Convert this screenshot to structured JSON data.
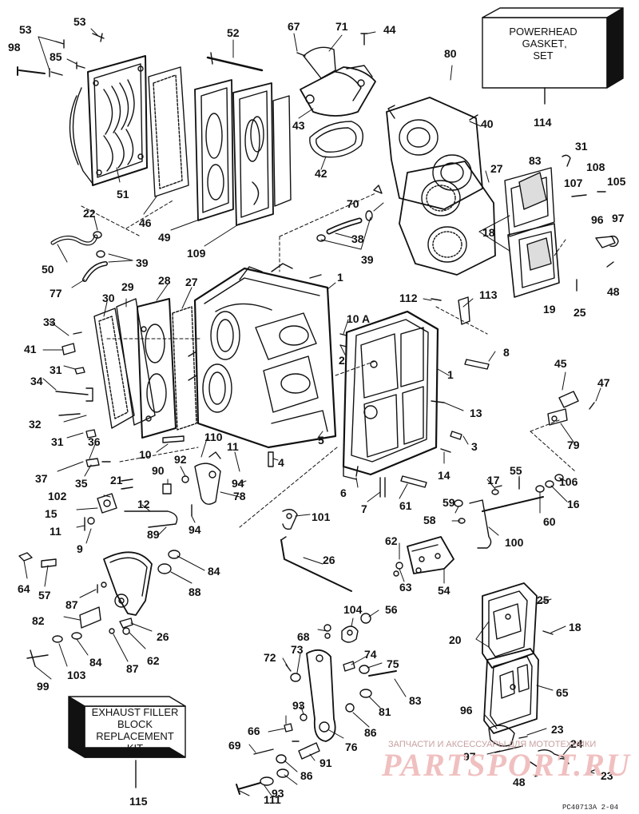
{
  "diagram": {
    "kit_boxes": {
      "powerhead": {
        "lines": [
          "POWERHEAD",
          "GASKET",
          "SET"
        ],
        "ref": "114"
      },
      "exhaust": {
        "lines": [
          "EXHAUST FILLER",
          "BLOCK",
          "REPLACEMENT",
          "KIT"
        ],
        "ref": "115"
      }
    },
    "callouts": [
      "53",
      "53",
      "98",
      "85",
      "52",
      "67",
      "71",
      "44",
      "80",
      "51",
      "46",
      "49",
      "109",
      "43",
      "42",
      "40",
      "27",
      "114",
      "31",
      "83",
      "108",
      "105",
      "107",
      "22",
      "50",
      "39",
      "77",
      "70",
      "38",
      "39",
      "18",
      "96",
      "97",
      "48",
      "25",
      "19",
      "1",
      "33",
      "30",
      "29",
      "28",
      "27",
      "112",
      "113",
      "41",
      "31",
      "34",
      "32",
      "31",
      "36",
      "37",
      "35",
      "10 A",
      "2",
      "8",
      "1",
      "13",
      "3",
      "14",
      "5",
      "4",
      "11",
      "10",
      "110",
      "92",
      "90",
      "94",
      "78",
      "45",
      "47",
      "79",
      "102",
      "21",
      "12",
      "15",
      "11",
      "89",
      "94",
      "9",
      "6",
      "7",
      "61",
      "17",
      "55",
      "106",
      "16",
      "60",
      "59",
      "58",
      "100",
      "101",
      "26",
      "62",
      "63",
      "54",
      "64",
      "57",
      "87",
      "84",
      "88",
      "82",
      "26",
      "62",
      "87",
      "84",
      "103",
      "99",
      "68",
      "104",
      "56",
      "72",
      "73",
      "74",
      "75",
      "83",
      "25",
      "18",
      "20",
      "65",
      "81",
      "93",
      "86",
      "66",
      "96",
      "23",
      "24",
      "69",
      "91",
      "76",
      "97",
      "86",
      "48",
      "23",
      "111",
      "93",
      "115"
    ],
    "footer_code": "PC40713A   2-04"
  },
  "watermark": {
    "caption": "ЗАПЧАСТИ И АКСЕССУАРЫ ДЛЯ МОТОТЕХНИКИ",
    "brand": "PARTSPORT.RU"
  }
}
